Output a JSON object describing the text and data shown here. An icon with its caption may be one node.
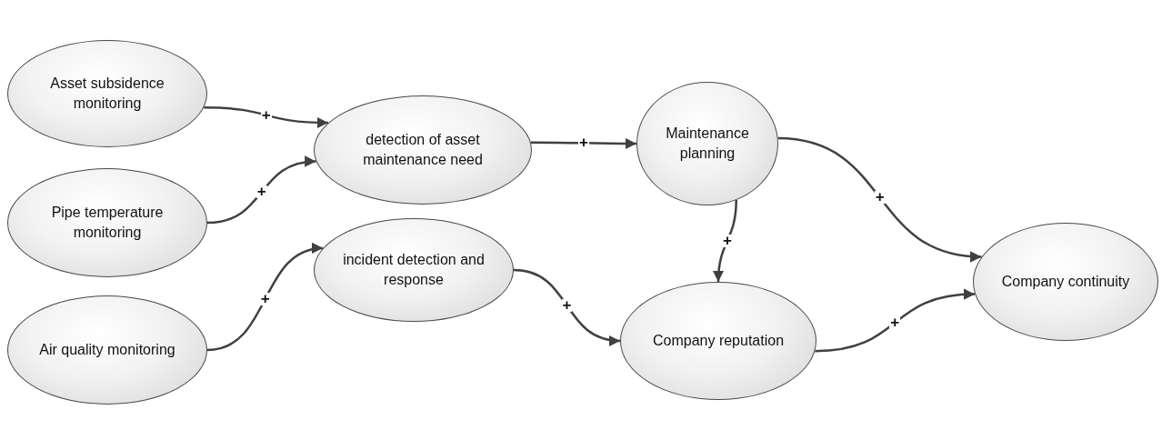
{
  "diagram": {
    "nodes": [
      {
        "text": [
          "Asset subsidence monitoring"
        ]
      },
      {
        "text": [
          "Pipe temperature monitoring"
        ]
      },
      {
        "text": [
          "Air quality monitoring"
        ]
      },
      {
        "text": [
          "detection of asset maintenance need"
        ]
      },
      {
        "text": [
          "incident detection and response"
        ]
      },
      {
        "text": [
          "Maintenance planning"
        ]
      },
      {
        "text": [
          "Company reputation"
        ]
      },
      {
        "text": [
          "Company continuity"
        ]
      }
    ],
    "edges": [
      {
        "from": 0,
        "to": 3,
        "arrow": "to",
        "label": "+"
      },
      {
        "from": 1,
        "to": 3,
        "arrow": "to",
        "label": "+"
      },
      {
        "from": 3,
        "to": 5,
        "arrow": "to",
        "label": "+"
      },
      {
        "from": 5,
        "to": 7,
        "arrow": "to",
        "label": "+"
      },
      {
        "from": 5,
        "to": 6,
        "arrow": "to",
        "label": "+"
      },
      {
        "from": 2,
        "to": 4,
        "arrow": "to",
        "label": "+"
      },
      {
        "from": 4,
        "to": 6,
        "arrow": "to",
        "label": "+"
      },
      {
        "from": 6,
        "to": 7,
        "arrow": "to",
        "label": "+"
      }
    ]
  }
}
